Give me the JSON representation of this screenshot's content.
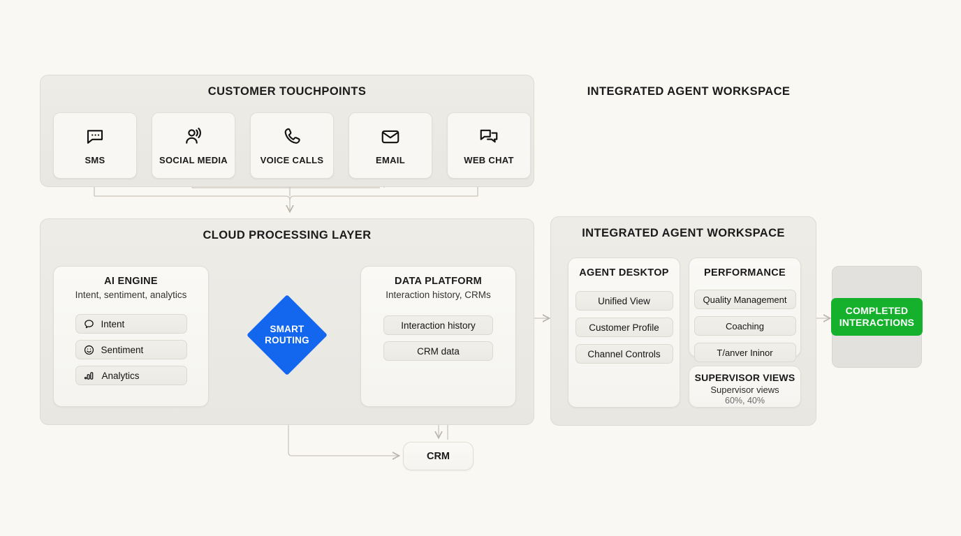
{
  "canvas": {
    "background": "#faf8f3"
  },
  "colors": {
    "accent_blue": "#1367ee",
    "accent_green": "#15b12c",
    "panel_bg": "#eeece7",
    "card_bg": "#faf9f6",
    "connector": "#c9c5bc"
  },
  "touchpoints": {
    "title": "CUSTOMER TOUCHPOINTS",
    "items": [
      {
        "label": "SMS",
        "icon": "message-dots-icon"
      },
      {
        "label": "SOCIAL MEDIA",
        "icon": "person-broadcast-icon"
      },
      {
        "label": "VOICE CALLS",
        "icon": "phone-icon"
      },
      {
        "label": "EMAIL",
        "icon": "envelope-icon"
      },
      {
        "label": "WEB CHAT",
        "icon": "chat-bubbles-icon"
      }
    ]
  },
  "cloud": {
    "title": "CLOUD PROCESSING LAYER",
    "ai_engine": {
      "title": "AI ENGINE",
      "subtitle": "Intent, sentiment, analytics",
      "items": [
        {
          "label": "Intent",
          "icon": "speech-bubble-icon"
        },
        {
          "label": "Sentiment",
          "icon": "smiley-face-icon"
        },
        {
          "label": "Analytics",
          "icon": "bar-chart-icon"
        }
      ]
    },
    "router": {
      "line1": "SMART",
      "line2": "ROUTING"
    },
    "data_platform": {
      "title": "DATA PLATFORM",
      "subtitle": "Interaction history, CRMs",
      "items": [
        {
          "label": "Interaction history"
        },
        {
          "label": "CRM data"
        }
      ]
    },
    "crm": {
      "label": "CRM"
    }
  },
  "workspace_header": "INTEGRATED AGENT WORKSPACE",
  "workspace": {
    "title": "INTEGRATED AGENT WORKSPACE",
    "agent_desktop": {
      "title": "AGENT DESKTOP",
      "items": [
        {
          "label": "Unified View"
        },
        {
          "label": "Customer Profile"
        },
        {
          "label": "Channel Controls"
        }
      ]
    },
    "performance": {
      "title": "PERFORMANCE",
      "items": [
        {
          "label": "Quality Management"
        },
        {
          "label": "Coaching"
        },
        {
          "label": "T/anver Ininor"
        }
      ]
    },
    "supervisor": {
      "title": "SUPERVISOR VIEWS",
      "subtitle": "Supervisor views",
      "percentages": "60%, 40%"
    }
  },
  "completed": {
    "line1": "COMPLETED",
    "line2": "INTERACTIONS"
  }
}
